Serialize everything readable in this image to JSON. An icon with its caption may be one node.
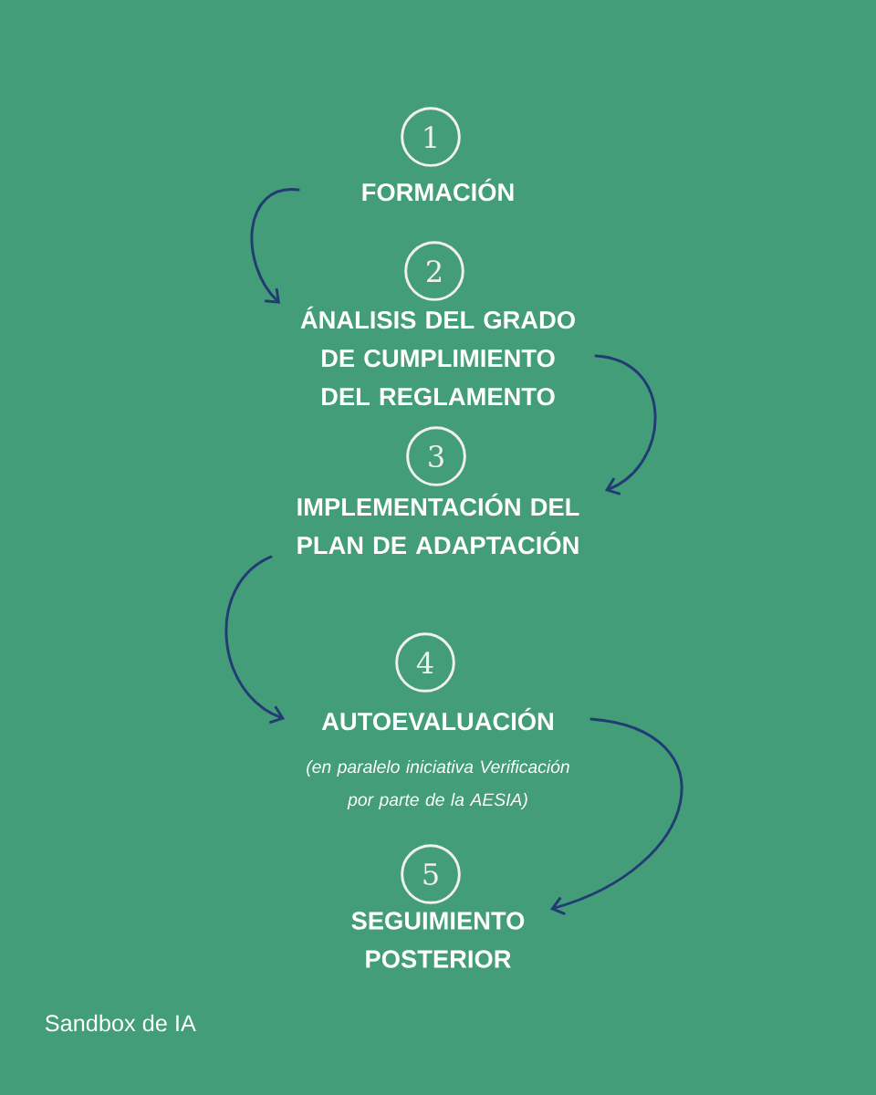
{
  "diagram": {
    "nodes": [
      {
        "text": [
          "1"
        ]
      },
      {
        "text": [
          "FORMACIÓN"
        ]
      },
      {
        "text": [
          "2"
        ]
      },
      {
        "text": [
          "ÁNALISIS DEL GRADO DE CUMPLIMIENTO DEL REGLAMENTO"
        ]
      },
      {
        "text": [
          "3"
        ]
      },
      {
        "text": [
          "IMPLEMENTACIÓN DEL PLAN DE ADAPTACIÓN"
        ]
      },
      {
        "text": [
          "4"
        ]
      },
      {
        "text": [
          "AUTOEVALUACIÓN"
        ],
        "beside": [
          "(en paralelo iniciativa Verificación por parte de la AESIA)"
        ]
      },
      {
        "text": [
          "5"
        ]
      },
      {
        "text": [
          "SEGUIMIENTO POSTERIOR"
        ]
      }
    ],
    "edges": [
      {
        "from": 1,
        "to": 3,
        "arrow": "to"
      },
      {
        "from": 3,
        "to": 5,
        "arrow": "to"
      },
      {
        "from": 5,
        "to": 7,
        "arrow": "to"
      },
      {
        "from": 7,
        "to": 9,
        "arrow": "to"
      }
    ],
    "labels": [
      "Sandbox de IA"
    ]
  }
}
